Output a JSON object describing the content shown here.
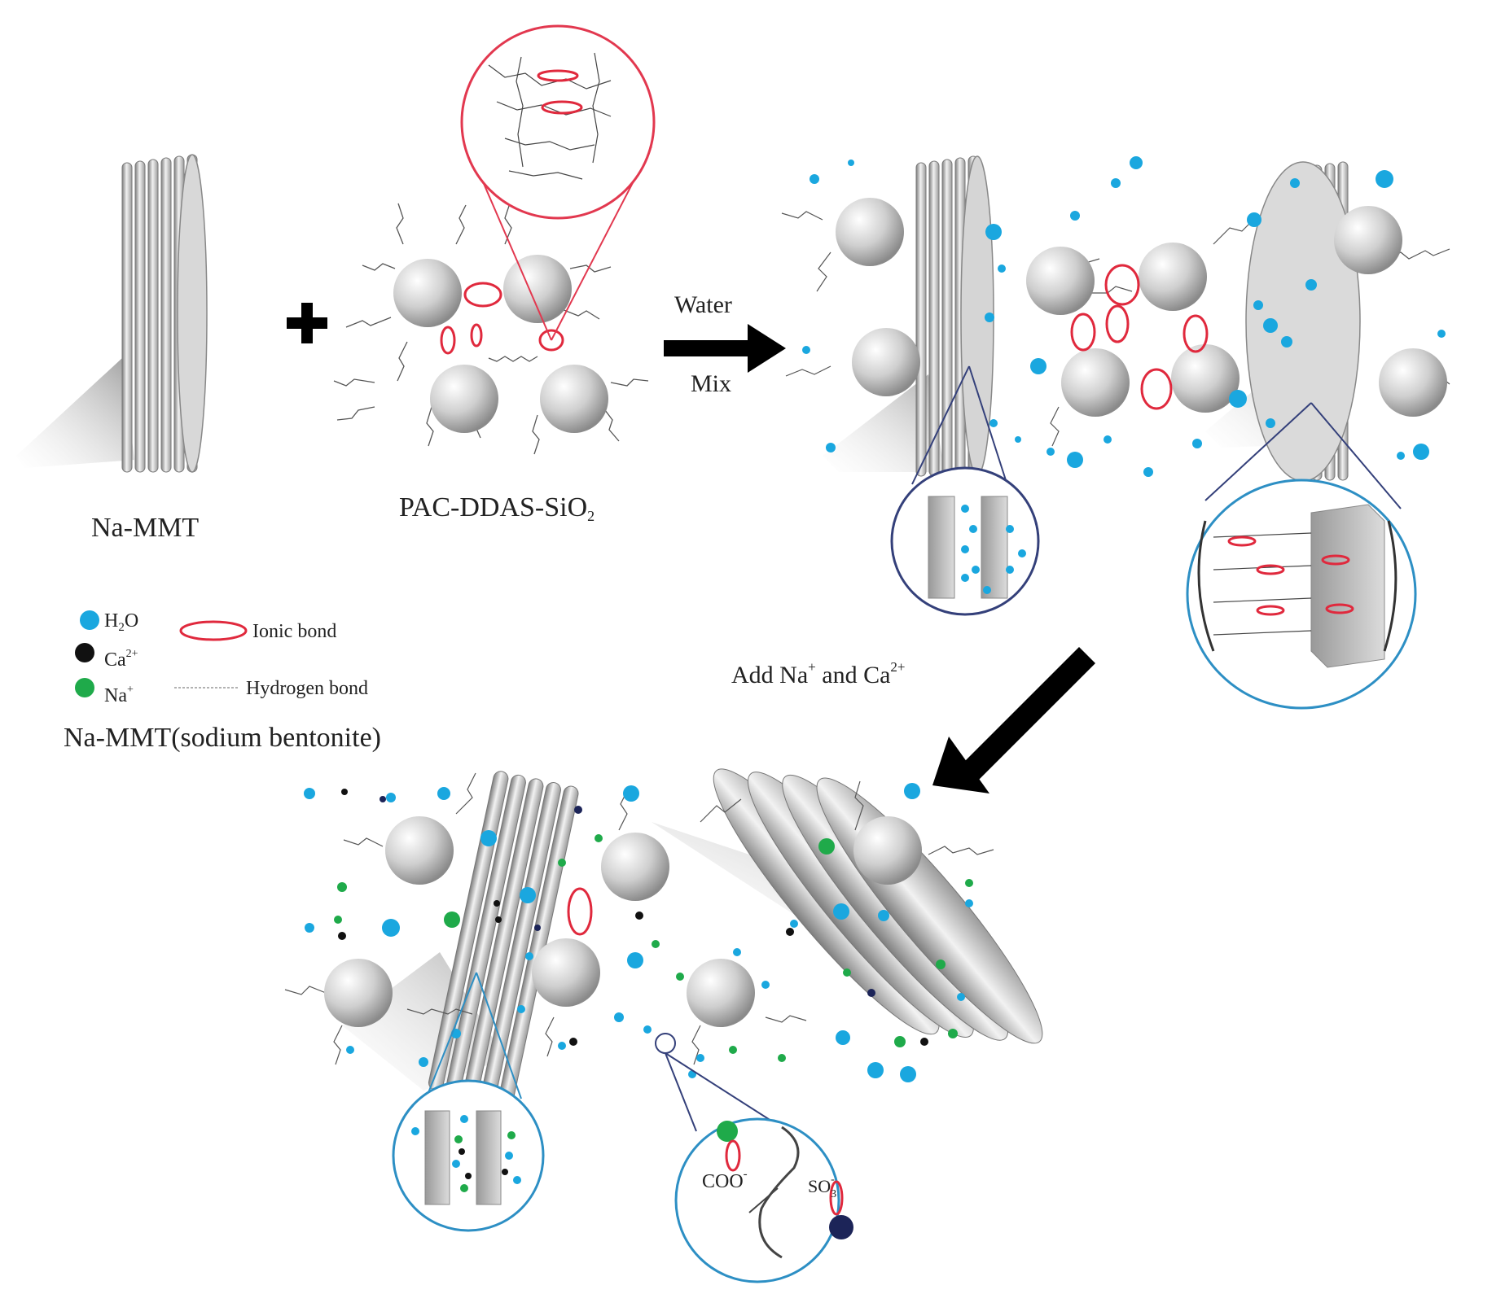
{
  "labels": {
    "na_mmt": "Na-MMT",
    "pac_prefix": "PAC-DDAS-SiO",
    "pac_sub": "2",
    "water": "Water",
    "mix": "Mix",
    "add_prefix": "Add Na",
    "add_sup1": "+",
    "add_mid": " and Ca",
    "add_sup2": "2+",
    "coo": "COO",
    "coo_sup": "-",
    "so3": "SO",
    "so3_sub": "3",
    "so3_sup": "-"
  },
  "legend": {
    "h2o_prefix": "H",
    "h2o_sub": "2",
    "h2o_suffix": "O",
    "ca": "Ca",
    "ca_sup": "2+",
    "na": "Na",
    "na_sup": "+",
    "ionic": "Ionic bond",
    "hydrogen": "Hydrogen bond",
    "title": "Na-MMT(sodium bentonite)"
  },
  "colors": {
    "water": "#1aa7df",
    "calcium": "#111111",
    "sodium": "#1faa4a",
    "ionic": "#e0293d",
    "lens_red": "#e2384f",
    "lens_blue": "#2d8fc4",
    "lens_navy": "#34407a",
    "arrow": "#000000"
  },
  "icons": [
    "plus-icon",
    "arrow-right-icon",
    "arrow-down-left-icon",
    "silica-sphere-icon",
    "clay-platelet-icon"
  ]
}
